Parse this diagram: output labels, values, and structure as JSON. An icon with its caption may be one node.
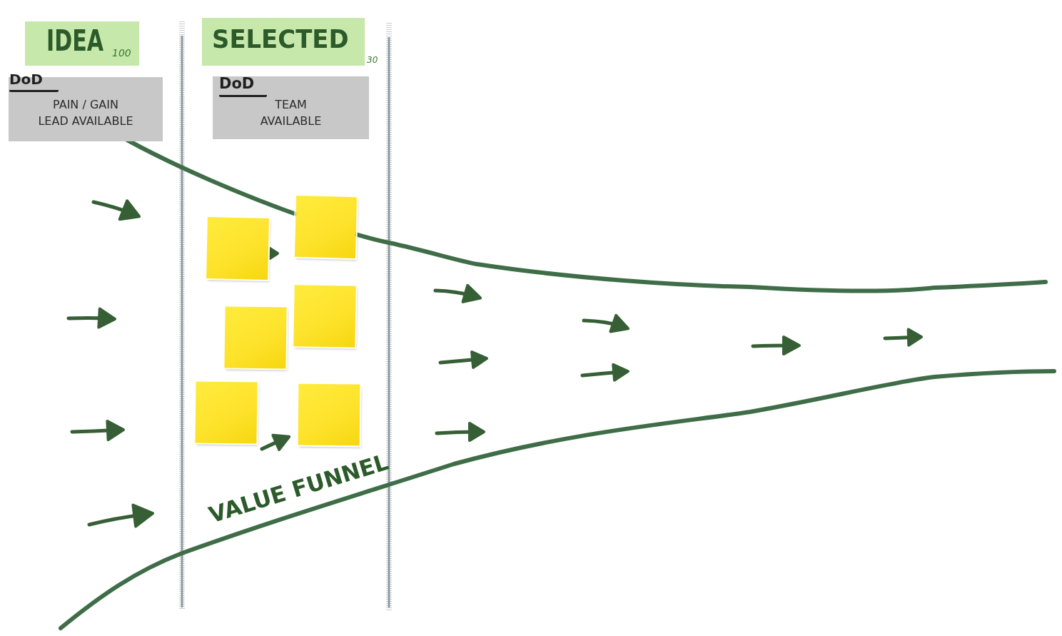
{
  "diagram": {
    "nodes": [
      {
        "text": [
          "IDEA",
          "100"
        ]
      },
      {
        "text": [
          "DoD",
          "PAIN / GAIN LEAD AVAILABLE"
        ]
      },
      {
        "text": [
          "SELECTED"
        ],
        "beside": [
          "30"
        ]
      },
      {
        "text": [
          "DoD",
          "TEAM AVAILABLE"
        ]
      },
      {
        "text": [],
        "shape": "box"
      },
      {
        "text": [],
        "shape": "box"
      },
      {
        "text": [],
        "shape": "box"
      },
      {
        "text": [],
        "shape": "box"
      },
      {
        "text": [],
        "shape": "box"
      },
      {
        "text": [],
        "shape": "box"
      }
    ],
    "labels": [
      "VALUE FUNNEL"
    ]
  }
}
